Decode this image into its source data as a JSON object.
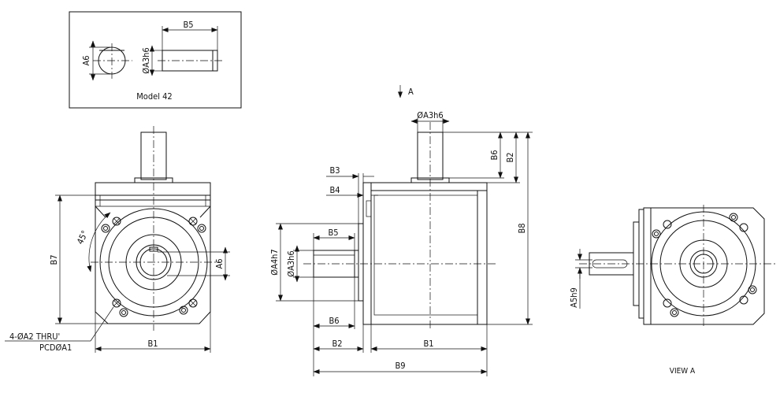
{
  "inset": {
    "caption": "Model 42",
    "dim_a6": "A6",
    "dim_shaft": "ØA3h6",
    "dim_b5": "B5"
  },
  "front_view": {
    "dim_b7": "B7",
    "angle": "45°",
    "dim_a6": "A6",
    "dim_b1": "B1",
    "hole_note_line1": "4-ØA2 THRU'",
    "hole_note_line2": "PCDØA1"
  },
  "side_view": {
    "view_arrow_label": "A",
    "dim_shaft_top": "ØA3h6",
    "dim_b6_top": "B6",
    "dim_b2_top": "B2",
    "dim_b8": "B8",
    "dim_b3": "B3",
    "dim_b4": "B4",
    "dim_b5": "B5",
    "dim_pilot": "ØA4h7",
    "dim_shaft_left": "ØA3h6",
    "dim_b6": "B6",
    "dim_b2": "B2",
    "dim_b1": "B1",
    "dim_b9": "B9"
  },
  "view_a": {
    "dim_key": "A5h9",
    "caption": "VIEW A"
  }
}
